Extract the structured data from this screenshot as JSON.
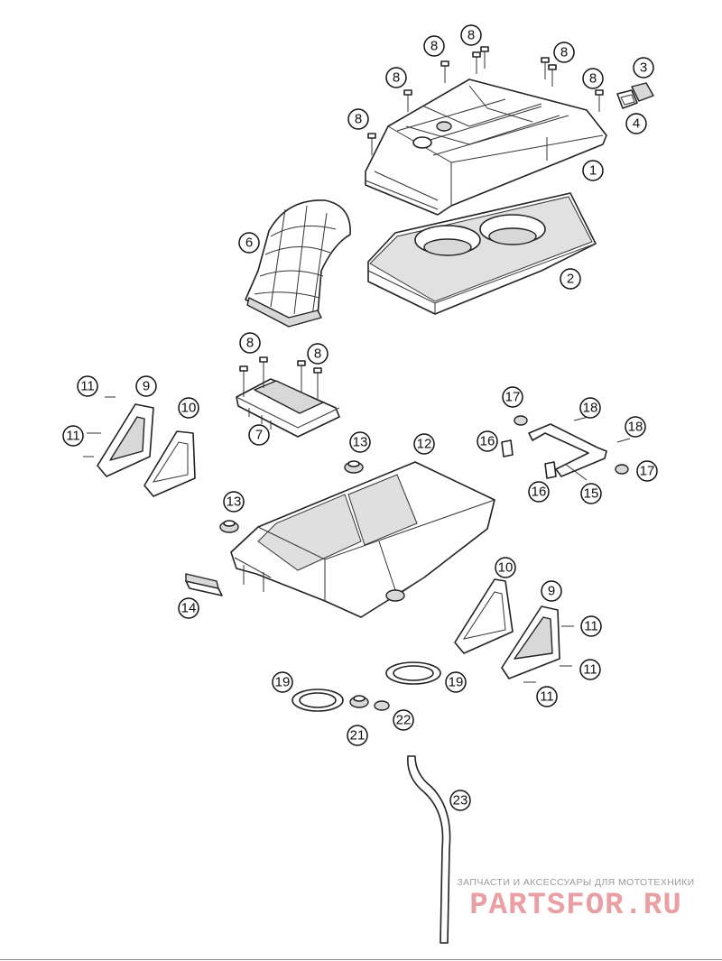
{
  "callouts": [
    "8",
    "8",
    "8",
    "8",
    "8",
    "8",
    "3",
    "4",
    "1",
    "6",
    "2",
    "8",
    "8",
    "7",
    "11",
    "11",
    "9",
    "10",
    "13",
    "12",
    "17",
    "18",
    "18",
    "16",
    "16",
    "17",
    "15",
    "13",
    "14",
    "10",
    "9",
    "11",
    "11",
    "11",
    "19",
    "19",
    "21",
    "22",
    "23"
  ],
  "watermark": {
    "tagline": "ЗАПЧАСТИ И АКСЕССУАРЫ ДЛЯ МОТОТЕХНИКИ",
    "logo": "PARTSFOR.RU"
  },
  "colors": {
    "line": "#222222",
    "watermark_logo": "#e9a0a4",
    "watermark_text": "#9a9a9a"
  }
}
